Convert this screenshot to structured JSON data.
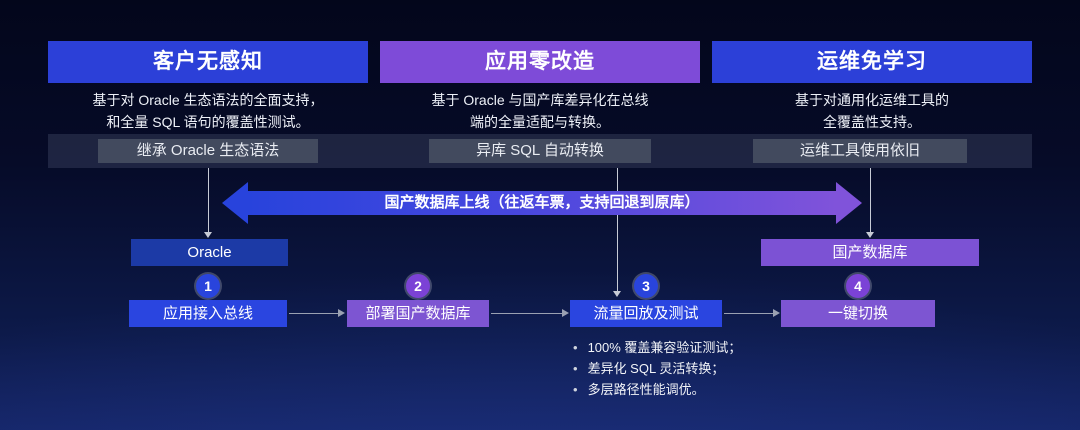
{
  "columns": [
    {
      "title": "客户无感知",
      "desc_lines": [
        "基于对 Oracle 生态语法的全面支持，",
        "和全量 SQL 语句的覆盖性测试。"
      ],
      "tag": "继承 Oracle 生态语法",
      "accent": "#2C40D8"
    },
    {
      "title": "应用零改造",
      "desc_lines": [
        "基于 Oracle 与国产库差异化在总线",
        "端的全量适配与转换。"
      ],
      "tag": "异库 SQL 自动转换",
      "accent": "#7E4BD8"
    },
    {
      "title": "运维免学习",
      "desc_lines": [
        "基于对通用化运维工具的",
        "全覆盖性支持。"
      ],
      "tag": "运维工具使用依旧",
      "accent": "#2C40D8"
    }
  ],
  "transition_arrow": {
    "label": "国产数据库上线（往返车票，支持回退到原库）",
    "gradient_start": "#2843DC",
    "gradient_end": "#8053DA"
  },
  "db_boxes": {
    "source": {
      "label": "Oracle",
      "color": "#1C3AA6"
    },
    "target": {
      "label": "国产数据库",
      "color": "#7C52D4"
    }
  },
  "steps": [
    {
      "number": "1",
      "label": "应用接入总线",
      "color": "#2A45E0"
    },
    {
      "number": "2",
      "label": "部署国产数据库",
      "color": "#7D55D2"
    },
    {
      "number": "3",
      "label": "流量回放及测试",
      "color": "#2A45E0",
      "notes": [
        "100% 覆盖兼容验证测试；",
        "差异化 SQL 灵活转换；",
        "多层路径性能调优。"
      ]
    },
    {
      "number": "4",
      "label": "一键切换",
      "color": "#7D55D2"
    }
  ],
  "bullet_glyph": "•"
}
